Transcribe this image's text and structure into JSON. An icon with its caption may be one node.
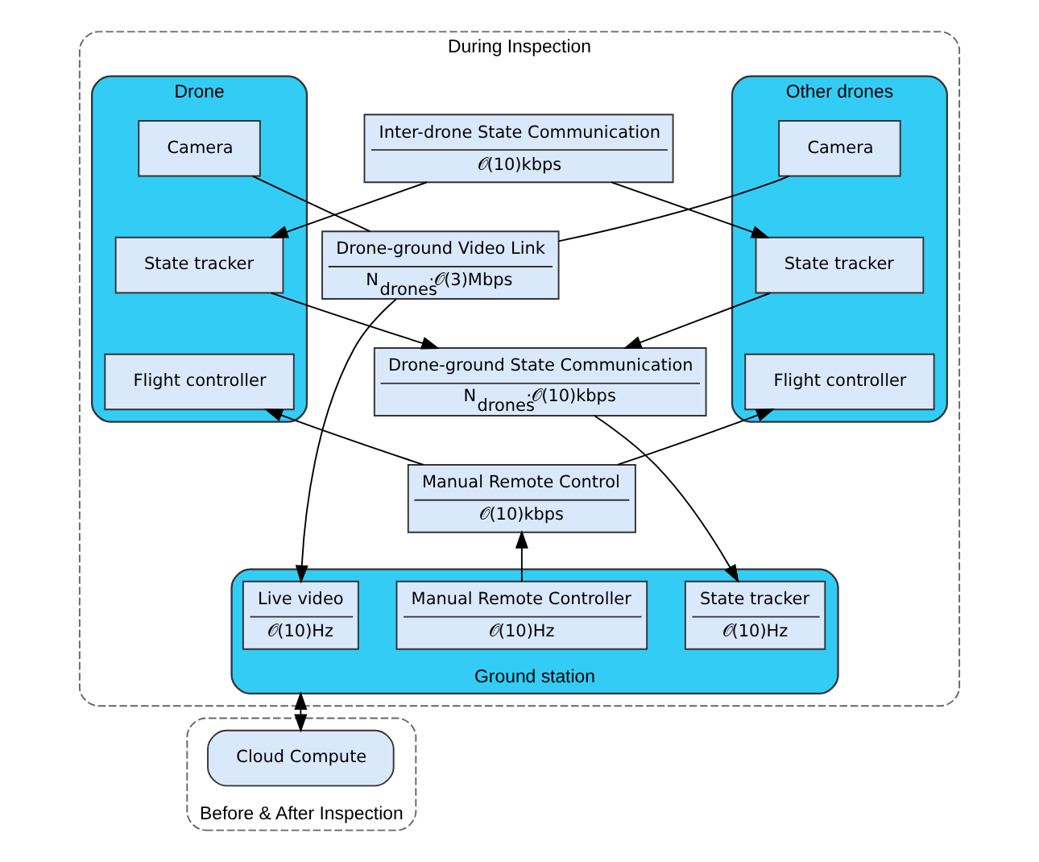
{
  "diagram": {
    "nodes": [
      {
        "text": [
          "During Inspection"
        ]
      },
      {
        "text": [
          "Drone"
        ],
        "in": 0
      },
      {
        "text": [
          "Camera"
        ],
        "in": 1
      },
      {
        "text": [
          "State tracker"
        ],
        "in": 1
      },
      {
        "text": [
          "Flight controller"
        ],
        "in": 1
      },
      {
        "text": [
          "Other drones"
        ],
        "in": 0
      },
      {
        "text": [
          "Camera"
        ],
        "in": 5
      },
      {
        "text": [
          "State tracker"
        ],
        "in": 5
      },
      {
        "text": [
          "Flight controller"
        ],
        "in": 5
      },
      {
        "text": [
          "Inter-drone State Communication",
          "𝒪(10)kbps"
        ],
        "in": 0
      },
      {
        "text": [
          "Drone-ground State Communication",
          "N$_{drones}$·𝒪(10)kbps"
        ],
        "in": 0
      },
      {
        "text": [
          "Drone-ground Video Link",
          "N$_{drones}$·𝒪(3)Mbps"
        ],
        "in": 0
      },
      {
        "text": [
          "Manual Remote Control",
          "𝒪(10)kbps"
        ],
        "in": 0
      },
      {
        "text": [
          "Ground station"
        ],
        "in": 0
      },
      {
        "text": [
          "Live video",
          "𝒪(10)Hz"
        ],
        "in": 13
      },
      {
        "text": [
          "State tracker",
          "𝒪(10)Hz"
        ],
        "in": 13
      },
      {
        "text": [
          "Manual Remote Controller",
          "𝒪(10)Hz"
        ],
        "in": 13
      },
      {
        "text": [
          "Before & After Inspection"
        ]
      },
      {
        "text": [
          "Cloud Compute"
        ],
        "in": 17
      }
    ],
    "edges": [
      {
        "from": 9,
        "to": 3,
        "arrow": "to"
      },
      {
        "from": 9,
        "to": 7,
        "arrow": "to"
      },
      {
        "from": 3,
        "to": 10,
        "arrow": "to"
      },
      {
        "from": 7,
        "to": 10,
        "arrow": "to"
      },
      {
        "from": 2,
        "to": 11,
        "arrow": "none"
      },
      {
        "from": 6,
        "to": 11,
        "arrow": "none"
      },
      {
        "from": 10,
        "to": 15,
        "arrow": "to"
      },
      {
        "from": 11,
        "to": 14,
        "arrow": "to"
      },
      {
        "from": 12,
        "to": 4,
        "arrow": "to"
      },
      {
        "from": 12,
        "to": 8,
        "arrow": "to"
      },
      {
        "from": 16,
        "to": 12,
        "arrow": "to"
      },
      {
        "from": 13,
        "to": 18,
        "arrow": "both"
      }
    ]
  }
}
